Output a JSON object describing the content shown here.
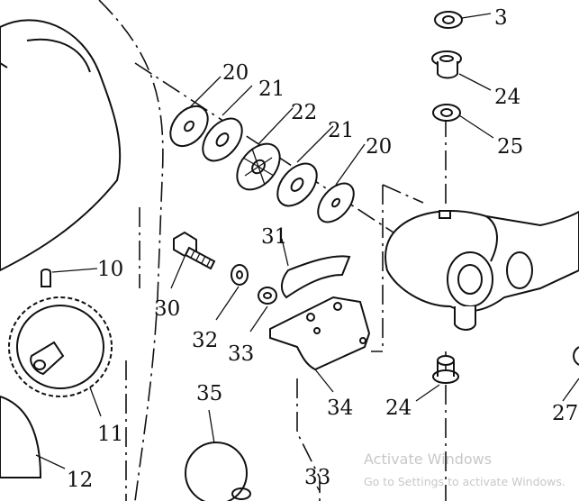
{
  "diagram": {
    "labels": {
      "p3": "3",
      "p24a": "24",
      "p25": "25",
      "p20a": "20",
      "p21a": "21",
      "p22": "22",
      "p21b": "21",
      "p20b": "20",
      "p31": "31",
      "p10": "10",
      "p30": "30",
      "p32": "32",
      "p33a": "33",
      "p34": "34",
      "p24b": "24",
      "p27": "27",
      "p11": "11",
      "p35": "35",
      "p12": "12",
      "p33b": "33"
    }
  },
  "watermark": {
    "title": "Activate Windows",
    "subtitle": "Go to Settings to activate Windows."
  }
}
